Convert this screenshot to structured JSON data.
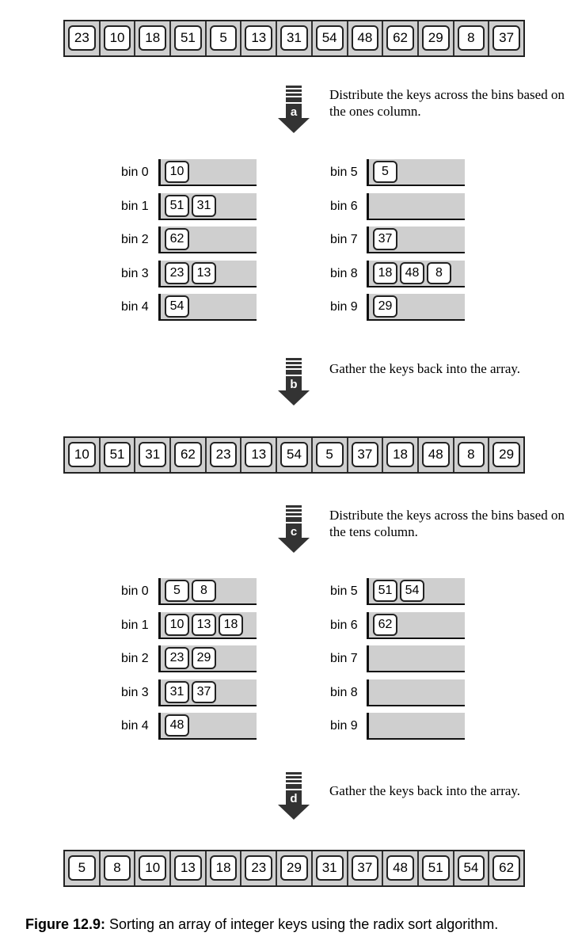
{
  "rows": {
    "initial": [
      "23",
      "10",
      "18",
      "51",
      "5",
      "13",
      "31",
      "54",
      "48",
      "62",
      "29",
      "8",
      "37"
    ],
    "after_pass1": [
      "10",
      "51",
      "31",
      "62",
      "23",
      "13",
      "54",
      "5",
      "37",
      "18",
      "48",
      "8",
      "29"
    ],
    "final": [
      "5",
      "8",
      "10",
      "13",
      "18",
      "23",
      "29",
      "31",
      "37",
      "48",
      "51",
      "54",
      "62"
    ]
  },
  "steps": [
    {
      "letter": "a",
      "text": "Distribute the keys across the bins based on the ones column."
    },
    {
      "letter": "b",
      "text": "Gather the keys back into the array."
    },
    {
      "letter": "c",
      "text": "Distribute the keys across the bins based on the tens column."
    },
    {
      "letter": "d",
      "text": "Gather the keys back into the array."
    }
  ],
  "bins_pass1": [
    {
      "label": "bin 0",
      "keys": [
        "10"
      ]
    },
    {
      "label": "bin 1",
      "keys": [
        "51",
        "31"
      ]
    },
    {
      "label": "bin 2",
      "keys": [
        "62"
      ]
    },
    {
      "label": "bin 3",
      "keys": [
        "23",
        "13"
      ]
    },
    {
      "label": "bin 4",
      "keys": [
        "54"
      ]
    },
    {
      "label": "bin 5",
      "keys": [
        "5"
      ]
    },
    {
      "label": "bin 6",
      "keys": []
    },
    {
      "label": "bin 7",
      "keys": [
        "37"
      ]
    },
    {
      "label": "bin 8",
      "keys": [
        "18",
        "48",
        "8"
      ]
    },
    {
      "label": "bin 9",
      "keys": [
        "29"
      ]
    }
  ],
  "bins_pass2": [
    {
      "label": "bin 0",
      "keys": [
        "5",
        "8"
      ]
    },
    {
      "label": "bin 1",
      "keys": [
        "10",
        "13",
        "18"
      ]
    },
    {
      "label": "bin 2",
      "keys": [
        "23",
        "29"
      ]
    },
    {
      "label": "bin 3",
      "keys": [
        "31",
        "37"
      ]
    },
    {
      "label": "bin 4",
      "keys": [
        "48"
      ]
    },
    {
      "label": "bin 5",
      "keys": [
        "51",
        "54"
      ]
    },
    {
      "label": "bin 6",
      "keys": [
        "62"
      ]
    },
    {
      "label": "bin 7",
      "keys": []
    },
    {
      "label": "bin 8",
      "keys": []
    },
    {
      "label": "bin 9",
      "keys": []
    }
  ],
  "caption": {
    "figure": "Figure 12.9:",
    "text": " Sorting an array of integer keys using the radix sort algorithm."
  },
  "colors": {
    "fill": "#cfcfcf",
    "key_bg": "#ffffff",
    "ink": "#222222"
  }
}
